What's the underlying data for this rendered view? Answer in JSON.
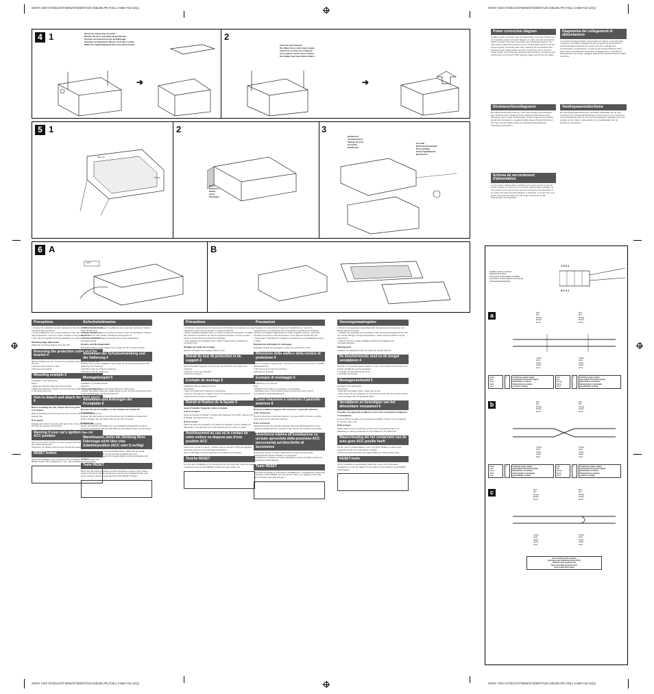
{
  "header": {
    "left": "SONY CDX-GT301C/GT300S/GT300/GT100 (GB,DE,FR,IT,NL) 2-669-722-12(1)",
    "right": "SONY CDX-GT301C/GT300S/GT300/GT100 (GB,DE,FR,IT,NL) 2-669-722-12(1)"
  },
  "footer": {
    "left": "SONY CDX-GT301C/GT300S/GT300/GT100 (GB,DE,FR,IT,NL) 2-669-722-12(1)",
    "right": "SONY CDX-GT301C/GT300S/GT300/GT100 (GB,DE,FR,IT,NL) 2-669-722-12(1)"
  },
  "fig4": {
    "badge": "4",
    "step1": "1",
    "step2": "2",
    "cap1": "Orient the release key correctly.\nRichten Sie den Löseschlüssel korrekt aus.\nOrientez correctement la clé de déblocage.\nOrientare la chiavetta di sblocco nel modo corretto.\nPlaats de ontgrendelingssleutel op de juiste manier.",
    "cap2": "Face the hook inwards.\nDer Haken muss nach innen zeigen.\nTournez le crochet vers l'intérieur.\nCon il gancio rivolto verso l'interno.\nHet haakje moet naar binnen wijzen.",
    "arrow": "➔"
  },
  "fig5": {
    "badge": "5",
    "step1": "1",
    "step2": "2",
    "step3": "3",
    "dim1": "182 mm",
    "dim2": "53 mm",
    "cap2": "Claws\nKlammern\nGriffes\nGanci\nKlemlipjes",
    "cap3a": "Dashboard\nArmaturenbrett\nTableau de bord\nCruscotto\nDashboard",
    "cap3b": "Fire wall\nMotorraumtrennwand\nParoi ignifuge\nParete tagliafiamma\nBrandschot"
  },
  "fig6": {
    "badge": "6",
    "partA": "A",
    "partB": "B",
    "key": "OFF"
  },
  "columns": {
    "en": {
      "s1": "Precautions",
      "t1": "• Choose the installation location carefully so that the unit will not interfere with normal driving operations.\n• Avoid installing the unit in areas subject to dust, dirt, excessive vibration, or high temperature, such as in direct sunlight or near heater ducts.\n• Use only the supplied mounting hardware for a safe and secure installation.",
      "b1": "Mounting angle adjustment",
      "t1b": "Adjust the mounting angle to less than 45°.",
      "s2": "Removing the protection collar and the bracket 4",
      "t2": "Before installing the unit, remove the protection collar and the bracket from the unit.\n1 Remove the protection collar.\n2 Remove the bracket.",
      "s3": "Mounting example 5",
      "t3": "Installation in the dashboard\nNotes\n• Make sure that the claws are bent inwards.\n• Make sure that the 4 catches on the protection collar are properly engaged in the slots of the unit.",
      "s4": "How to detach and attach the front panel 6",
      "t4": "Before installing the unit, detach the front panel.",
      "b4a": "A To detach",
      "t4a": "Before detaching the front panel, be sure to press (OFF). Press and pull it off towards you.",
      "b4b": "B To attach",
      "t4b": "Engage part of the front panel with part of the unit as illustrated, and push the left side into position until it clicks.",
      "s5": "Warning if your car's ignition has no ACC position",
      "t5": "After turning off the ignition, be sure to press and hold (OFF) on the unit until the display disappears.\nOtherwise, the display does not turn off and this causes battery drain.",
      "s6": "RESET button",
      "t6": "When the installation and connections are completed, be sure to press the RESET button with a ballpoint pen, etc., after detaching the front panel."
    },
    "de": {
      "s1": "Sicherheitshinweise",
      "t1": "• Wählen Sie den Montageort sorgfältig so aus, dass das Gerät beim Fahren nicht hinderlich ist.\n• Bringen Sie das Gerät so an, dass es keinem hohen Temperaturen, starkem Staub, Schmutz oder starken Vibrationen ausgesetzt ist.\n• Für eine sichere Montage verwenden Sie nur das mitgelieferte Montagematerial.",
      "b1": "Hinweis zum Montagewinkel",
      "t1b": "Das Gerät sollte in einem Winkel von weniger als 45° montiert werden.",
      "s2": "Abnehmen der Schutzumrandung und der Halterung 4",
      "t2": "Nehmen Sie vor dem Installieren des Geräts die Schutzumrandung und die Halterung vom Gerät ab.\n1 Entfernen Sie die Schutzumrandung.\n2 Entfernen Sie die Halterung.",
      "s3": "Montagebeispiel 5",
      "t3": "Installation im Armaturenbrett\nHinweise\n• Falls erforderlich, biegen Sie diese Klammern nach innen.\n• Achten Sie darauf, dass die 4 Halterungen an der Schutzumrandung korrekt in die Aussparungen am Gerät eingreifen.",
      "s4": "Abnehmen und Anbringen der Frontplatte 6",
      "t4": "Nehmen Sie die Frontplatte vor dem Einbau des Geräts ab.",
      "b4a": "A Abnehmen",
      "t4a": "Drücken Sie das Gerät vor dem Abnehmen der Frontplatte auf jeden Fall (OFF). Drücken Sie und ziehen Sie sie auf sich zu heraus.",
      "b4b": "B Anbringen",
      "t4b": "Setzen Sie Teil der Frontplatte wie in der Abbildung dargestellt an Teil am Gerät an und drücken Sie die linke Seite der Frontplatte hinein, bis sie hörbar einrastet.",
      "s5": "Warnhinweis, wenn die Zündung Ihres Fahrzeugs nicht über eine Zubehörposition (ACC oder I) verfügt",
      "t5": "Nachdem Sie die Zündung ausgeschaltet haben, halten Sie am Gerät unbedingt (OFF) gedrückt, bis die Anzeige ausgeblendet wird.\nAndernfalls wird die Anzeige nicht ausgeschaltet und die Autobatterie wird entladen.",
      "s6": "Taste RESET",
      "t6": "Wenn Sie das Gerät eingebaut und alle Anschlüsse vorgenommen haben, müssen Sie die Frontplatte abnehmen und mit einem Kugelschreiber oder einem anderen spitzen Gegenstand die Taste RESET drücken."
    },
    "fr": {
      "s1": "Précautions",
      "t1": "• Choisissez soigneusement l'emplacement d'installation de manière à ce que l'appareil ne gêne pas la conduite normale du véhicule.\n• Evitez d'installer l'appareil dans un endroit exposé à la poussière, la saleté, des vibrations excessives ou des températures élevées, comme en plein soleil ou à proximité de conduits de chauffage.\n• Pour garantir une installation sûre, utilisez uniquement le matériel de montage fourni.",
      "b1": "Réglage de l'angle de montage",
      "t1b": "Ajustez l'inclinaison à un angle inférieur à 45°.",
      "s2": "Retrait du tour de protection et du support 4",
      "t2": "Avant d'installer l'appareil, retirez le tour de protection et le support de l'appareil.\n1 Enlevez le tour de protection.\n2 Retirez le support.",
      "s3": "Exemple de montage 5",
      "t3": "Installation dans le tableau de bord\nRemarques\n• Pliez ces griffes vers l'intérieur si nécessaire.\n• Assurez-vous que les 4 taquets du tour de protection sont correctement insérés dans les fentes de l'appareil.",
      "s4": "Retrait et fixation de la façade 6",
      "t4": "Avant d'installer l'appareil, retirez la façade.",
      "b4a": "A Pour la retirer",
      "t4a": "Avant de déposer la façade, n'oubliez pas d'appuyer sur (OFF). Appuyez sur la façade, puis tirez-la vers vous.",
      "b4b": "B Pour la fixer",
      "t4b": "Placez la partie de la façade sur la partie de l'appareil, comme indiqué sur l'illustration, puis appuyez sur le côté gauche pour le mettre en place.",
      "s5": "Avertissement au cas où le contact de votre voiture ne dispose pas d'une position ACC",
      "t5": "Après avoir coupé le moteur, n'oubliez pas de maintenir (OFF) de l'appareil enfoncée jusqu'à ce que l'affichage disparaisse.\nSinon, l'affichage n'est pas désactivé et la batterie se décharge.",
      "s6": "Touche RESET",
      "t6": "Une fois que l'installation et les raccordements sont terminés, retirez la façade et appuyez sur la touche RESET à l'aide d'un stylo à bille, etc."
    },
    "it": {
      "s1": "Precauzioni",
      "t1": "• Scegliere con attenzione il luogo per l'installazione in modo che l'apparecchio non interferisca con le operazioni di guida del conducente.\n• Evitare di installare l'apparecchio in luoghi soggetti a polvere, sporcizia, vibrazioni eccessive o alte temperature, come alla luce diretta del sole.\n• Usare solo il materiale di montaggio in dotazione per un'installazione sicura e salda.",
      "b1": "Regolazione dell'angolo di montaggio",
      "t1b": "Regolare l'angolo di montaggio in modo che sia inferiore a 45°.",
      "s2": "Rimozione della staffa e della cornice di protezione 4",
      "t2": "Prima di installare l'apparecchio, rimuovere la cornice di protezione e la staffa dall'apparecchio.\n1 Rimuovere la cornice di protezione.\n2 Rimuovere la staffa.",
      "s3": "Esempio di montaggio 5",
      "t3": "Installazione nel cruscotto\nNote\n• Piegare verso l'interno questi ganci se necessario.\n• Assicurarsi che i 4 fermi della cornice di protezione siano inseriti correttamente negli alloggiamenti.",
      "s4": "Come rimuovere e reinserire il pannello anteriore 6",
      "t4": "Prima di installare l'apparecchio rimuovere il pannello anteriore.",
      "b4a": "A Per rimuoverlo",
      "t4a": "Prima di rimuovere il pannello anteriore, premere (OFF). Premere e quindi tirare verso di sé il pannello anteriore.",
      "b4b": "B Per reinserirlo",
      "t4b": "Applicare la parte del pannello anteriore alla parte dell'apparecchio come mostrato nell'illustrazione e premere il lato sinistro fino a sentire uno scatto.",
      "s5": "Avvertenza relativa all'installazione su un'auto sprovvista della posizione ACC (accessoria) sul blocchetto di accensione",
      "t5": "Dopo avere spento il motore, assicurarsi di tenere premuto (OFF) sull'apparecchio finché il display non scompare.\nDiversamente, il display non viene disattivato e questo potrebbe causare lo scaricamento della batteria.",
      "s6": "Tasto RESET",
      "t6": "Una volta completate le procedure di installazione e i collegamenti, assicurarsi di premere il tasto RESET con una penna a sfera o un oggetto simile dopo avere rimosso il pannello anteriore."
    },
    "nl": {
      "s1": "Voorzorgsmaatregelen",
      "t1": "• Kies de montageplaats zorgvuldig zodat het apparaat de bestuurder niet hindert tijdens het rijden.\n• Installeer het apparaat niet op plaatsen waar het wordt blootgesteld aan stof, vuil, sterke trillingen of hoge temperaturen, zoals in direct zonlicht of bij de verwarming.\n• Gebruik voor een veilige installatie uitsluitend de bijgeleverde montagematerialen.",
      "b1": "Montagehoek",
      "t1b": "Installeer het apparaat onder een hoek van minder dan 45°.",
      "s2": "De beschermende rand en de beugel verwijderen 4",
      "t2": "Voordat u het apparaat gaat installeren, moet u de beschermende rand en de beugel verwijderen van het apparaat.\n1 Verwijder de beschermende rand.\n2 Verwijder de beugel.",
      "s3": "Montagevoorbeeld 5",
      "t3": "Montage in het dashboard\nOpmerking\n• Buig deze klemlipjes indien nodig naar binnen.\n• Zorg ervoor dat de 4 palletjes op de beschermende rand op de juiste manier in de openingen van het apparaat vallen.",
      "s4": "Verwijderen en bevestigen van het afneembare voorpaneel 6",
      "t4": "Voordat u het apparaat installeert, moet u het voorpaneel verwijderen.",
      "b4a": "A Verwijderen",
      "t4a": "Druk op (OFF) voordat u het voorpaneel verwijdert. Druk op het voorpaneel en trek het naar u toe.",
      "b4b": "B Bevestigen",
      "t4b": "Plaats deel van het voorpaneel op deel van het apparaat zoals in de afbeelding en druk de linkerkant op zijn plaats tot u een klik hoort.",
      "s5": "Waarschuwing als het contactslot van de auto geen ACC-positie heeft",
      "t5": "Als de motor is uitgeschakeld, moet u op (OFF) drukken en deze toets ingedrukt houden tot de weergave verdwijnt.\nAnders wordt de weergave niet uitgeschakeld en raakt de accu leeg.",
      "s6": "RESET-toets",
      "t6": "Als de installatie en aansluitingen klaar zijn, moet u het voorpaneel verwijderen en met een balpen of een ander puntig voorwerp op de RESET-toets drukken."
    }
  },
  "right": {
    "h_en": "Power connection diagram",
    "t_en": "Auxiliary power connector may vary depending on the car. Check your car's auxiliary power connector diagram to make sure the connections match correctly. There are three basic types (illustrated below). You may need to switch the positions of the red and yellow leads in the car stereo's power connecting lead. After matching the connections and switched power supply leads correctly, connect the unit to the car's power supply. If you have any questions and problems connecting your unit that are not covered in this manual, please consult the car dealer.",
    "h_it": "Diagramma dei collegamenti di alimentazione",
    "t_it": "Il connettore di alimentazione accessoria può variare a seconda della macchina. Controllare il diagramma del connettore di alimentazione accessoria della macchina per essere certi che i collegamenti corrispondano correttamente. Vi sono tre tipi di base (illustrati sotto). Dopo avere correttamente combinato i collegamenti e i conduttori di alimentazione commutati, collegare l'apparecchio all'alimentazione della macchina.",
    "h_de": "Stromanschlussdiagramm",
    "t_de": "Der Hilfsstromanschluss kann je nach Fahrzeugtyp unterschiedlich sein. Schauen Sie im Diagramm des Hilfsstromanschlusses Ihres Fahrzeugs nach, ob die Verbindungen korrekt vorgenommen werden. Es gibt drei Grundtypen. Gegebenenfalls müssen Sie die Positionen der roten und der gelben Leitung im Netzanschlusskabel des Autoradios vertauschen.",
    "h_nl": "Voedingsaansluitschema",
    "t_nl": "De hulpvoedingsaansluiting kan verschillen afhankelijk van de auto. Controleer het voedingsaansluitschema van uw auto om te controleren of de aansluitingen juist zijn. Er zijn drie basistypen. Mogelijk moet u de posities van de rode en gele kabels in de voedingskabel van de autostereo verwisselen.",
    "h_fr": "Schéma de raccordement d'alimentation",
    "t_fr": "Le connecteur d'alimentation auxiliaire peut varier suivant le type de voiture. Vérifiez le schéma du connecteur d'alimentation auxiliaire de votre voiture pour vous assurer que les connexions correspondent. Il en existe trois types de base (illustrés ci-dessous). Il se peut que vous deviez permuter la position des fils rouge et jaune du cordon d'alimentation de l'autoradio.",
    "legend": "Auxiliary power connector\nHilfsstromanschluss\nConnecteur d'alimentation auxiliaire\nConnettore di alimentazione accessoria\nHulpvoedingsaansluiting",
    "pins_top": "7  5  3  1",
    "pins_bot": "8  6  4  2",
    "badge_a": "a",
    "badge_b": "b",
    "badge_c": "c",
    "red": "Red\nRot\nRouge\nRosso\nRood",
    "yellow": "Yellow\nGelb\nJaune\nGiallo\nGeel",
    "cont": "continuous power supply\npermanente Stromversorgung\nalimentation continue\nalimentazione continua\ncontinue voeding",
    "sw": "switched power supply\ngeschaltete Stromversorgung\nalimentation commutée\nalimentazione commutata\ngeschakelde voeding",
    "n4": "4",
    "n7": "7",
    "nc": "the car without ACC position\nFahrzeug ohne Zubehörposition (ACC)\nVéhicule sans position ACC\nAuto priva della posizione ACC\nAuto zonder ACC-stand"
  }
}
